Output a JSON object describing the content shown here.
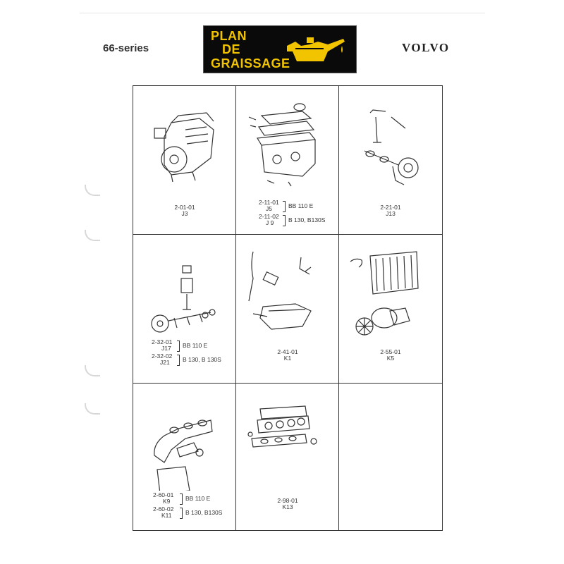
{
  "header": {
    "series": "66-series",
    "logo_lines": [
      "PLAN",
      "DE",
      "GRAISSAGE"
    ],
    "brand": "VOLVO"
  },
  "colors": {
    "logo_background": "#0a0a0a",
    "logo_text": "#f2c400",
    "line": "#333333"
  },
  "cells": [
    {
      "code": "2-01-01",
      "ref": "J3"
    },
    {
      "code1": "2-11-01",
      "ref1": "J5",
      "variant1": "BB 110 E",
      "code2": "2-11-02",
      "ref2": "J 9",
      "variant2": "B 130, B130S"
    },
    {
      "code": "2-21-01",
      "ref": "J13"
    },
    {
      "code1": "2-32-01",
      "ref1": "J17",
      "variant1": "BB 110 E",
      "code2": "2-32-02",
      "ref2": "J21",
      "variant2": "B 130, B 130S"
    },
    {
      "code": "2-41-01",
      "ref": "K1"
    },
    {
      "code": "2-55-01",
      "ref": "K5"
    },
    {
      "code1": "2-60-01",
      "ref1": "K9",
      "variant1": "BB 110 E",
      "code2": "2-60-02",
      "ref2": "K11",
      "variant2": "B 130, B130S"
    },
    {
      "code": "2-98-01",
      "ref": "K13"
    },
    {}
  ],
  "illustrations": [
    "engine-assembly-icon",
    "cylinder-head-block-icon",
    "valve-camshaft-icon",
    "piston-crankshaft-icon",
    "oil-pump-sump-icon",
    "radiator-water-pump-icon",
    "manifold-icon",
    "gasket-set-icon"
  ]
}
